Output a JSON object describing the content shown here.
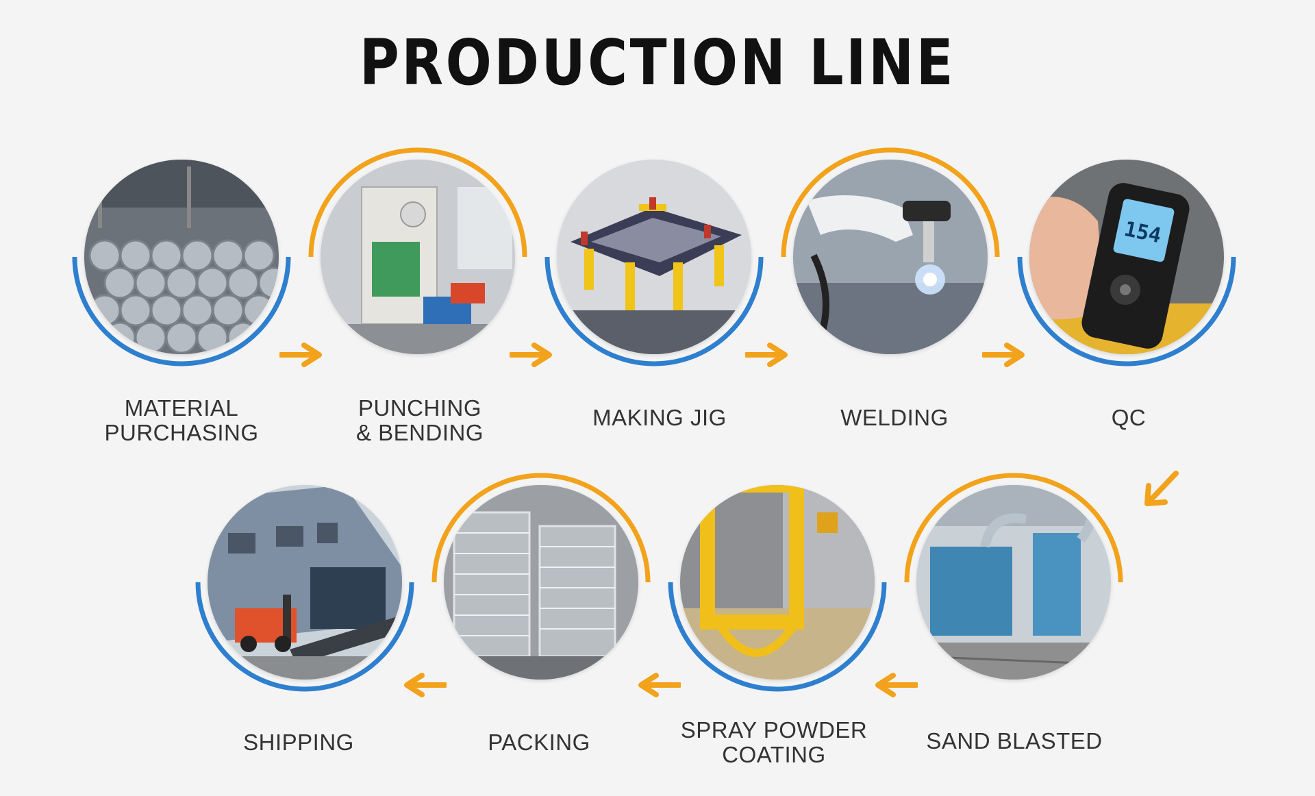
{
  "title": "PRODUCTION LINE",
  "colors": {
    "blue": "#2f7fcf",
    "orange": "#f2a21b",
    "text": "#333333"
  },
  "steps": [
    {
      "label": "MATERIAL\nPURCHASING",
      "ring": "blue",
      "scene": "pipes"
    },
    {
      "label": "PUNCHING\n& BENDING",
      "ring": "orange",
      "scene": "press"
    },
    {
      "label": "MAKING JIG",
      "ring": "blue",
      "scene": "jig"
    },
    {
      "label": "WELDING",
      "ring": "orange",
      "scene": "welding"
    },
    {
      "label": "QC",
      "ring": "blue",
      "scene": "meter",
      "reading": "154"
    },
    {
      "label": "SAND BLASTED",
      "ring": "orange",
      "scene": "blaster"
    },
    {
      "label": "SPRAY POWDER\nCOATING",
      "ring": "blue",
      "scene": "yellow-frame"
    },
    {
      "label": "PACKING",
      "ring": "orange",
      "scene": "stacked-racks"
    },
    {
      "label": "SHIPPING",
      "ring": "blue",
      "scene": "forklift"
    }
  ]
}
